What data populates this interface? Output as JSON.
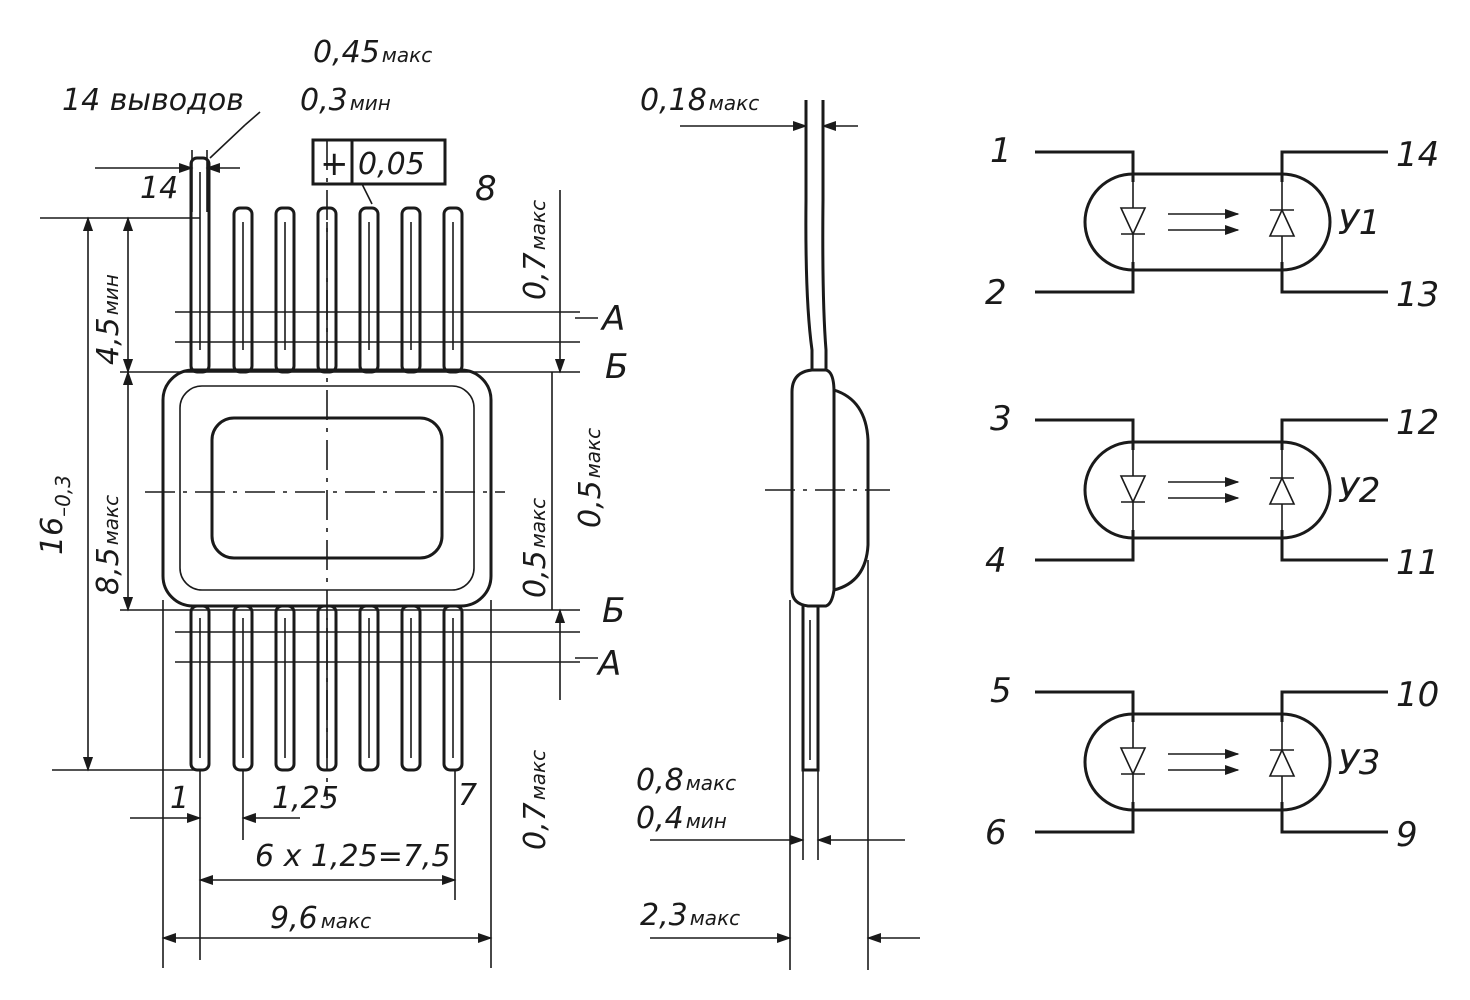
{
  "colors": {
    "ink": "#1a1a1a",
    "paper": "#ffffff"
  },
  "package": {
    "leads_count_label": "14 выводов",
    "lead_width_max": "0,45",
    "lead_width_max_sub": "макс",
    "lead_width_min": "0,3",
    "lead_width_min_sub": "мин",
    "tolerance_symbol": "+",
    "tolerance_value": "0,05",
    "pin_14": "14",
    "pin_8": "8",
    "pin_1": "1",
    "pin_7": "7",
    "lead_length_min": "4,5",
    "lead_length_min_sub": "мин",
    "body_height": "8,5",
    "body_height_sub": "макс",
    "total_height": "16",
    "total_height_tol": "–0,3",
    "upper_right_dim": "0,7",
    "upper_right_dim_sub": "макс",
    "mid_right_dim_1": "0,5",
    "mid_right_dim_1_sub": "макс",
    "mid_right_dim_2": "0,5",
    "mid_right_dim_2_sub": "макс",
    "lower_right_dim": "0,7",
    "lower_right_dim_sub": "макс",
    "section_a_top": "А",
    "section_b_top": "Б",
    "section_b_bottom": "Б",
    "section_a_bottom": "А",
    "pitch": "1,25",
    "pitch_total": "6 x 1,25=7,5",
    "width_max": "9,6",
    "width_max_sub": "макс"
  },
  "side_view": {
    "lead_thickness": "0,18",
    "lead_thickness_sub": "макс",
    "lead_offset_max": "0,8",
    "lead_offset_max_sub": "макс",
    "lead_offset_min": "0,4",
    "lead_offset_min_sub": "мин",
    "body_thickness": "2,3",
    "body_thickness_sub": "макс"
  },
  "schematic": {
    "channels": [
      {
        "left_top": "1",
        "left_bottom": "2",
        "right_top": "14",
        "right_bottom": "13",
        "name": "У1"
      },
      {
        "left_top": "3",
        "left_bottom": "4",
        "right_top": "12",
        "right_bottom": "11",
        "name": "У2"
      },
      {
        "left_top": "5",
        "left_bottom": "6",
        "right_top": "10",
        "right_bottom": "9",
        "name": "У3"
      }
    ]
  }
}
